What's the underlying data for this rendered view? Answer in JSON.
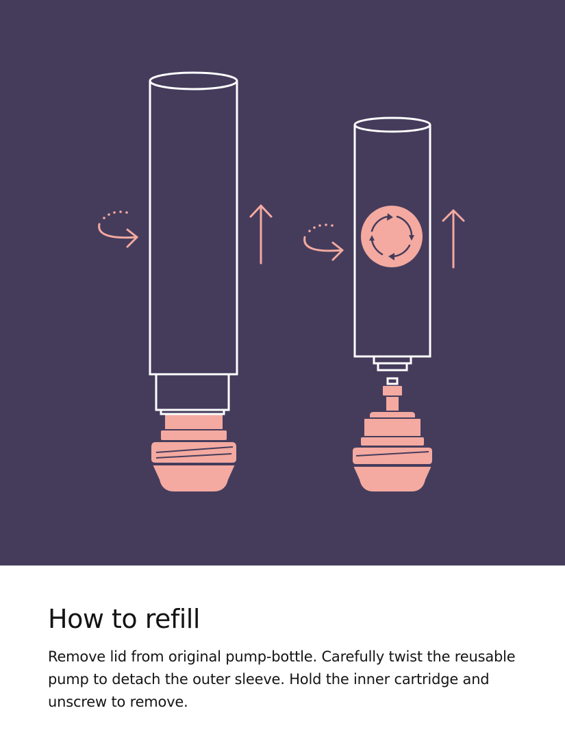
{
  "colors": {
    "background": "#453c5c",
    "line": "#ffffff",
    "accent": "#f4aaa0",
    "text": "#141414"
  },
  "illustration": {
    "left_unit": {
      "parts": [
        "outer-sleeve",
        "pump-base"
      ],
      "icons": [
        "twist-arrow-icon",
        "up-arrow-icon"
      ]
    },
    "right_unit": {
      "parts": [
        "inner-cartridge",
        "refresh-badge",
        "pump-stem",
        "pump-base"
      ],
      "icons": [
        "twist-arrow-icon",
        "up-arrow-icon",
        "refresh-cycle-icon"
      ]
    }
  },
  "content": {
    "title": "How to refill",
    "body": "Remove lid from original pump-bottle. Carefully twist the reusable pump to detach the outer sleeve. Hold the inner cartridge and unscrew to remove."
  }
}
